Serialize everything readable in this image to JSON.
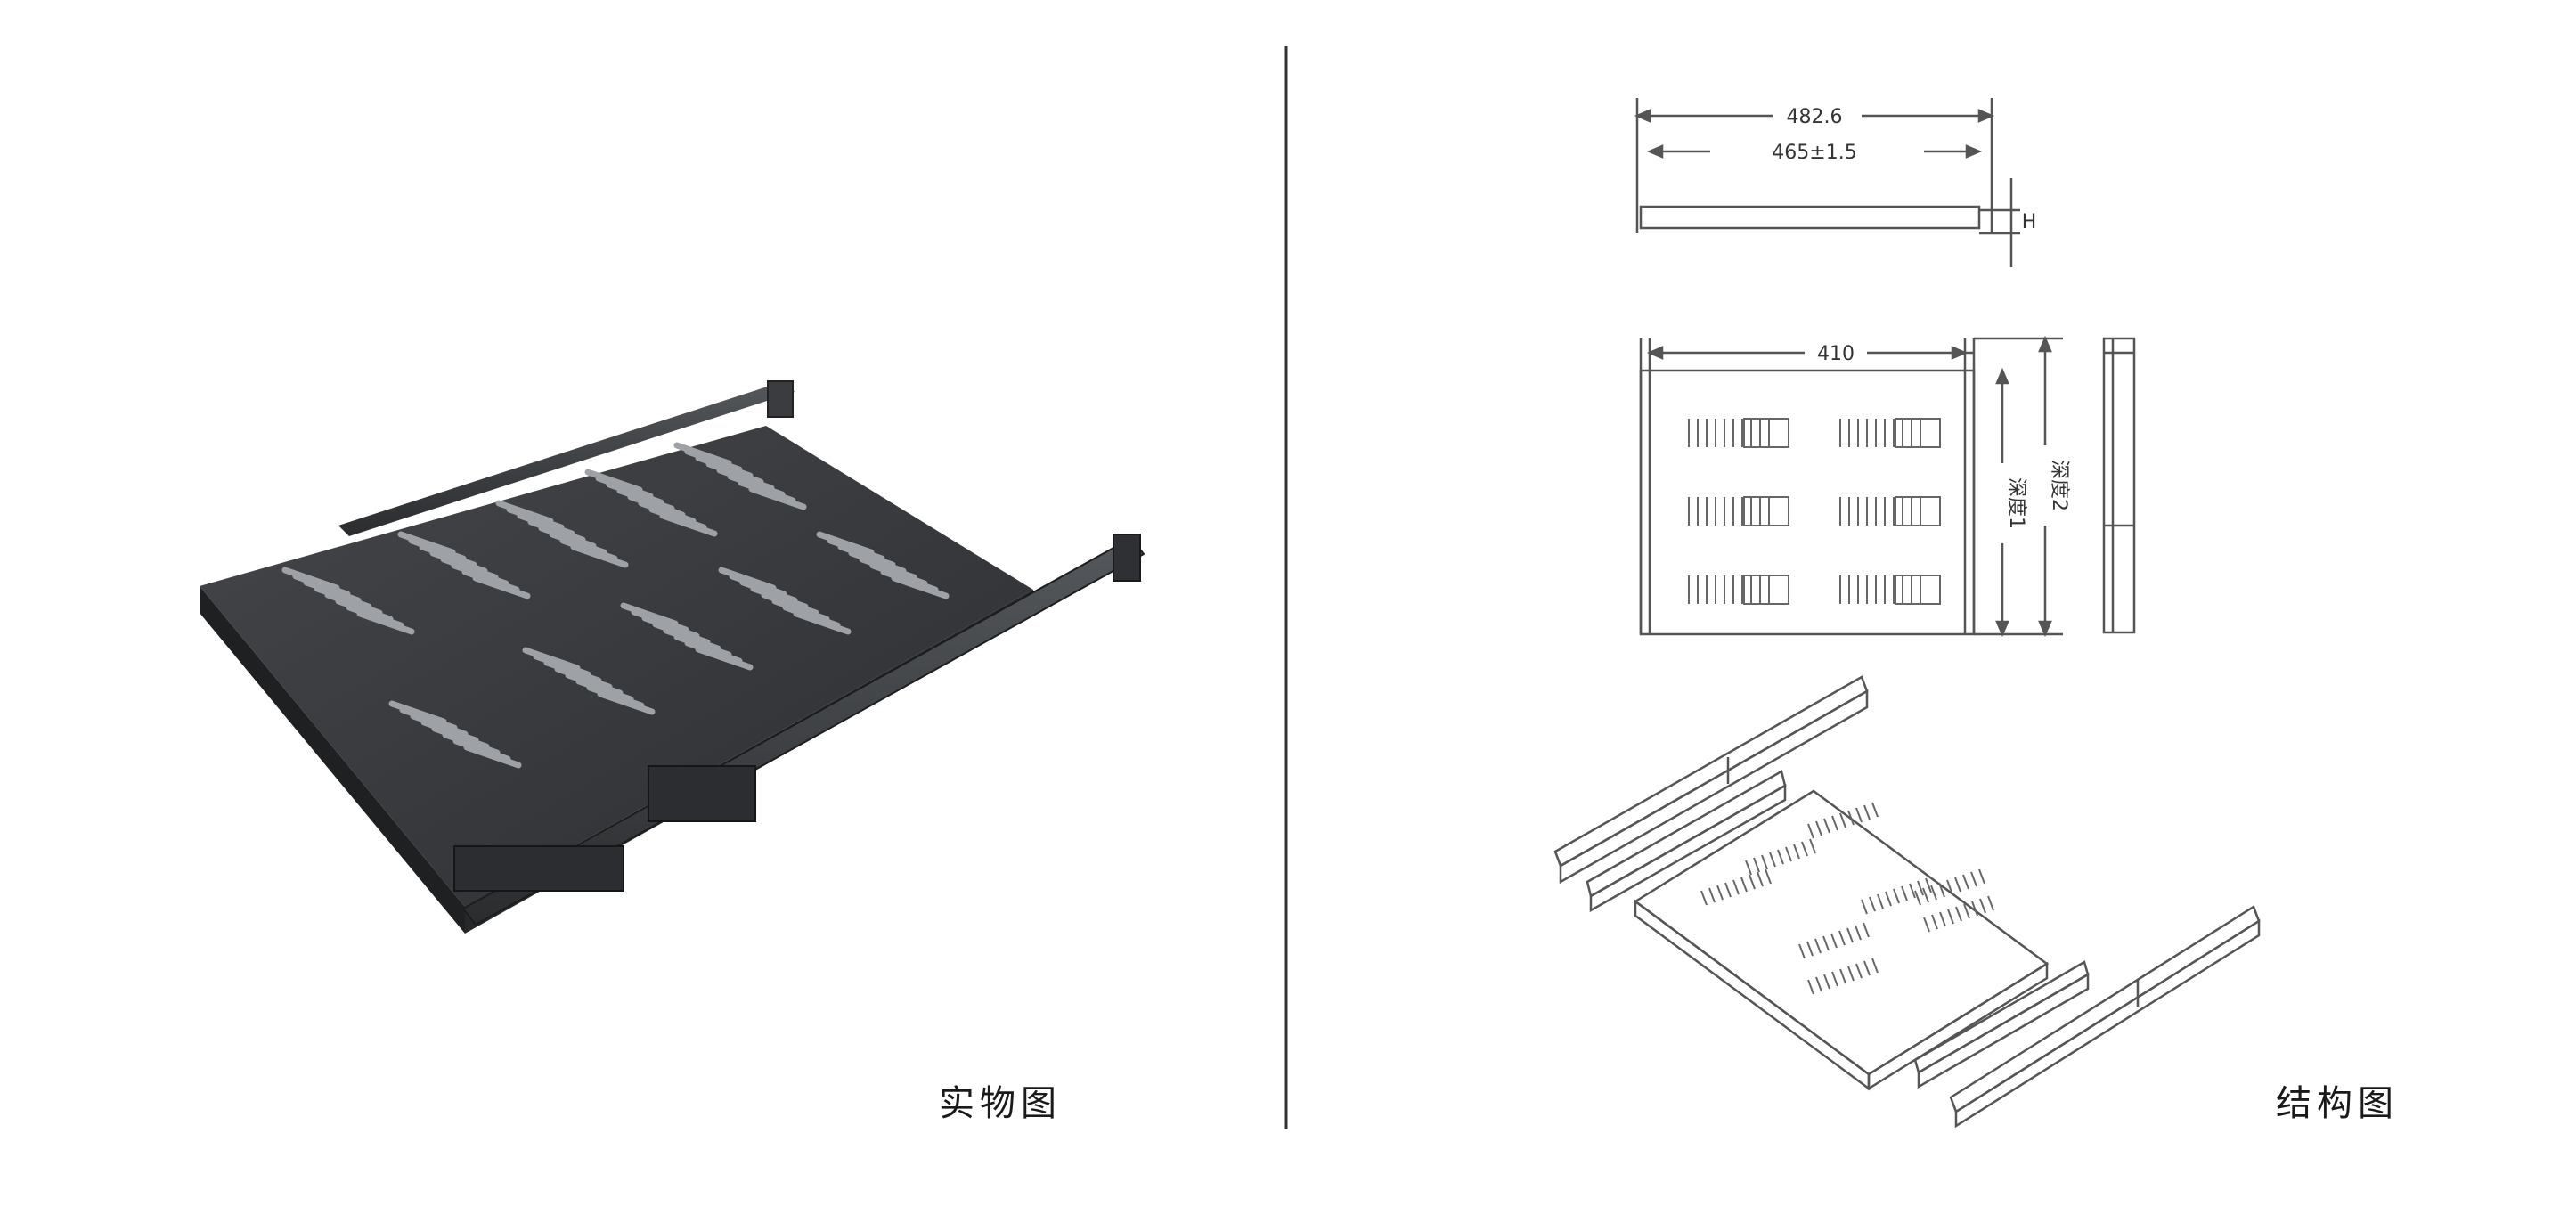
{
  "captions": {
    "photo": "实物图",
    "structure": "结构图"
  },
  "dimensions": {
    "outer_width": "482.6",
    "mount_width": "465±1.5",
    "tray_width": "410",
    "height": "H",
    "depth_1": "深度1",
    "depth_2": "深度2"
  },
  "colors": {
    "tray_body": "#3a3c3f",
    "line_art": "#555555",
    "divider": "#333333"
  }
}
